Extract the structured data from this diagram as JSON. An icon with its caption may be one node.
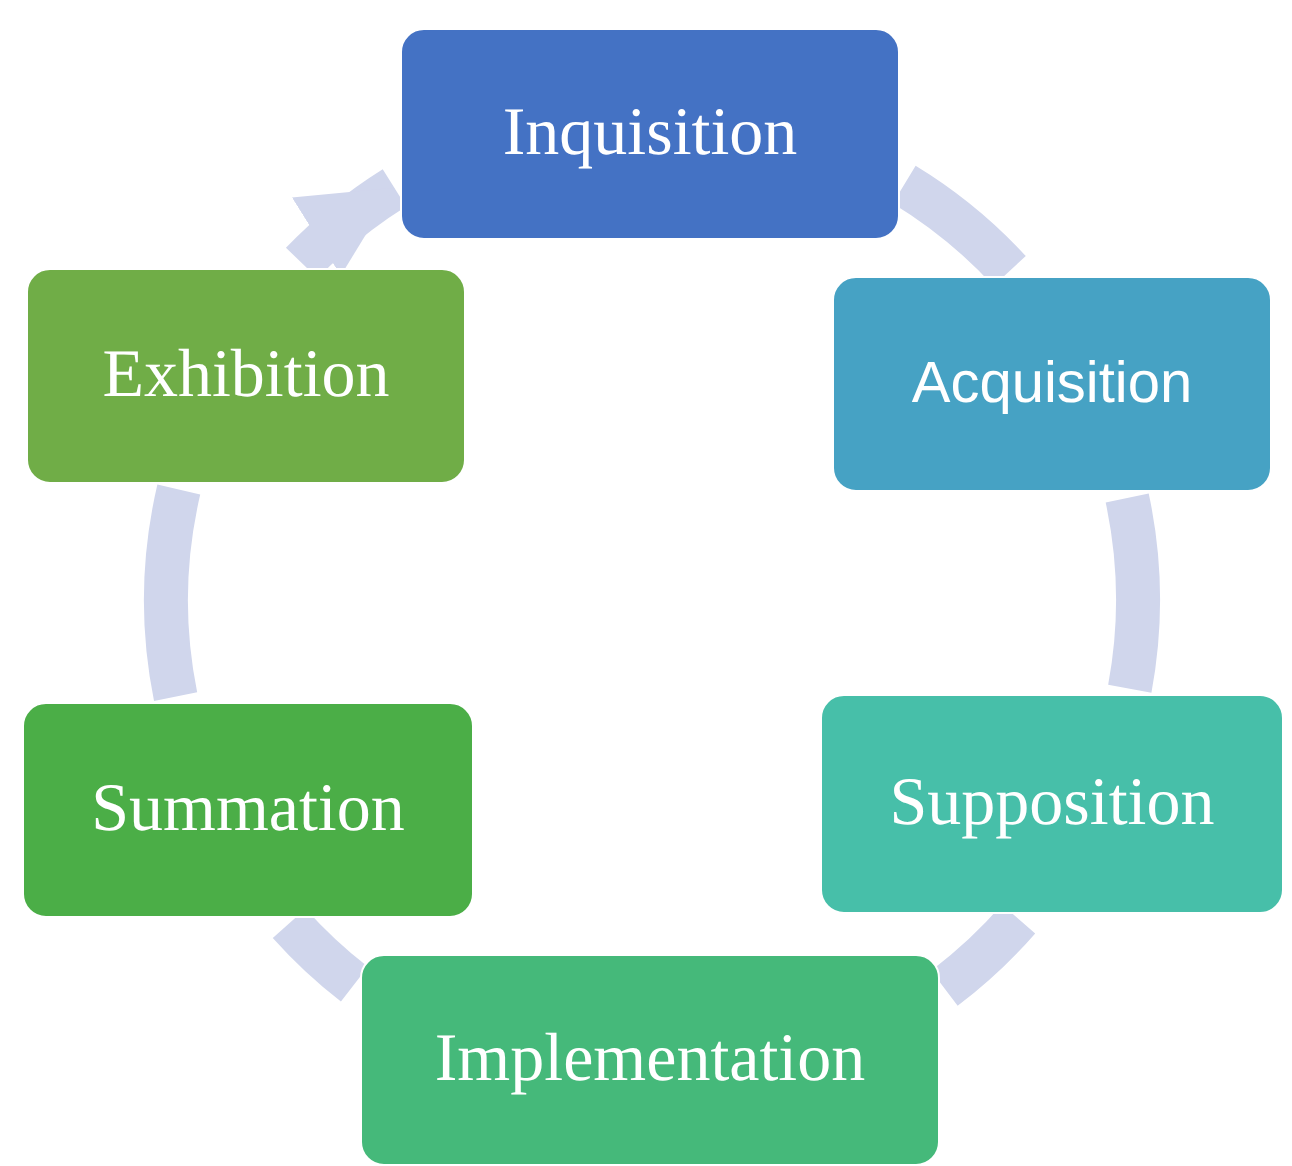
{
  "diagram": {
    "nodes": [
      {
        "text": [
          "Inquisition"
        ]
      },
      {
        "text": [
          "Acquisition"
        ]
      },
      {
        "text": [
          "Supposition"
        ]
      },
      {
        "text": [
          "Implementation"
        ]
      },
      {
        "text": [
          "Summation"
        ]
      },
      {
        "text": [
          "Exhibition"
        ]
      }
    ],
    "edges": [
      {
        "from": 0,
        "to": 1,
        "arrow": "none"
      },
      {
        "from": 1,
        "to": 2,
        "arrow": "none"
      },
      {
        "from": 2,
        "to": 3,
        "arrow": "none"
      },
      {
        "from": 3,
        "to": 4,
        "arrow": "none"
      },
      {
        "from": 4,
        "to": 5,
        "arrow": "none"
      },
      {
        "from": 5,
        "to": 0,
        "arrow": "to"
      }
    ]
  }
}
